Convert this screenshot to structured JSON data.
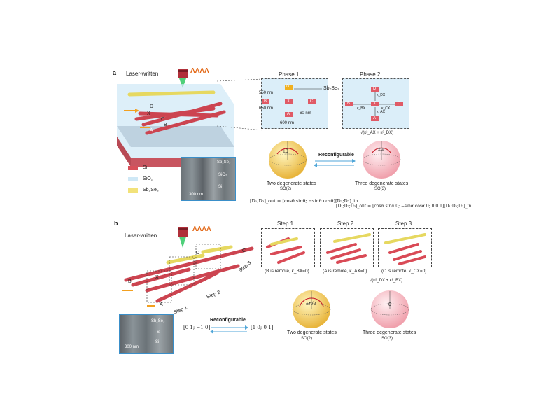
{
  "panel_a": {
    "letter": "a",
    "title": "Laser-written",
    "laser_pulses": "ΛΛΛΛ",
    "waveguide_labels": [
      "D",
      "X",
      "C",
      "B",
      "A"
    ],
    "phase1": {
      "title": "Phase 1",
      "dim_top": "550 nm",
      "dim_mid": "650 nm",
      "dim_right": "60 nm",
      "dim_bottom": "600 nm",
      "labels": [
        "D",
        "B",
        "X",
        "C",
        "A"
      ]
    },
    "sb_label": "Sb₂Se₃",
    "phase2": {
      "title": "Phase 2",
      "labels": [
        "D",
        "B",
        "X",
        "C",
        "A"
      ],
      "kappas": [
        "κ_DX",
        "κ_BX",
        "κ_CX",
        "κ_AX"
      ]
    },
    "legend": [
      {
        "name": "Si",
        "color": "#d8505a"
      },
      {
        "name": "SiO₂",
        "color": "#cfe8f6"
      },
      {
        "name": "Sb₂Se₃",
        "color": "#f2e27a"
      }
    ],
    "sem_labels": [
      "Sb₂Se₃",
      "SiO₂",
      "Si"
    ],
    "sem_scale": "300 nm",
    "sphere1": {
      "caption1": "Two degenerate states",
      "caption2": "SO(2)",
      "angle": "±θ"
    },
    "reconfigurable": "Reconfigurable",
    "sphere2": {
      "caption1": "Three degenerate states",
      "caption2": "SO(3)",
      "angle": "±α",
      "top": "√(κ²_AX + κ²_DX)"
    },
    "eq1": "[D₁;D₂]_out = [cosθ sinθ; −sinθ cosθ][D₁;D₂]_in",
    "eq2": "[D₁;D₂;D₃]_out = [cosα sinα 0; −sinα cosα 0; 0 0 1][D₁;D₂;D₃]_in"
  },
  "panel_b": {
    "letter": "b",
    "title": "Laser-written",
    "laser_pulses": "ΛΛΛΛ",
    "step_axis_labels": [
      "Step 1",
      "Step 2",
      "Step 3"
    ],
    "waveguide_labels": [
      "B",
      "A",
      "X",
      "C",
      "D"
    ],
    "step1": {
      "title": "Step 1",
      "caption": "(B is remote, κ_BX=0)"
    },
    "step2": {
      "title": "Step 2",
      "caption": "(A is remote, κ_AX=0)"
    },
    "step3": {
      "title": "Step 3",
      "caption": "(C is remote, κ_CX=0)"
    },
    "sem_labels": [
      "Sb₂Se₃",
      "Si",
      "Si"
    ],
    "sem_scale": "300 nm",
    "reconfigurable": "Reconfigurable",
    "matrix1": "[0 1; −1 0]",
    "matrix2": "[1 0; 0 1]",
    "sphere1": {
      "caption1": "Two degenerate states",
      "caption2": "SO(2)",
      "angle": "±π/2"
    },
    "sphere2": {
      "caption1": "Three degenerate states",
      "caption2": "SO(3)",
      "angle": "0",
      "top": "√(κ²_DX + κ²_BX)"
    }
  }
}
